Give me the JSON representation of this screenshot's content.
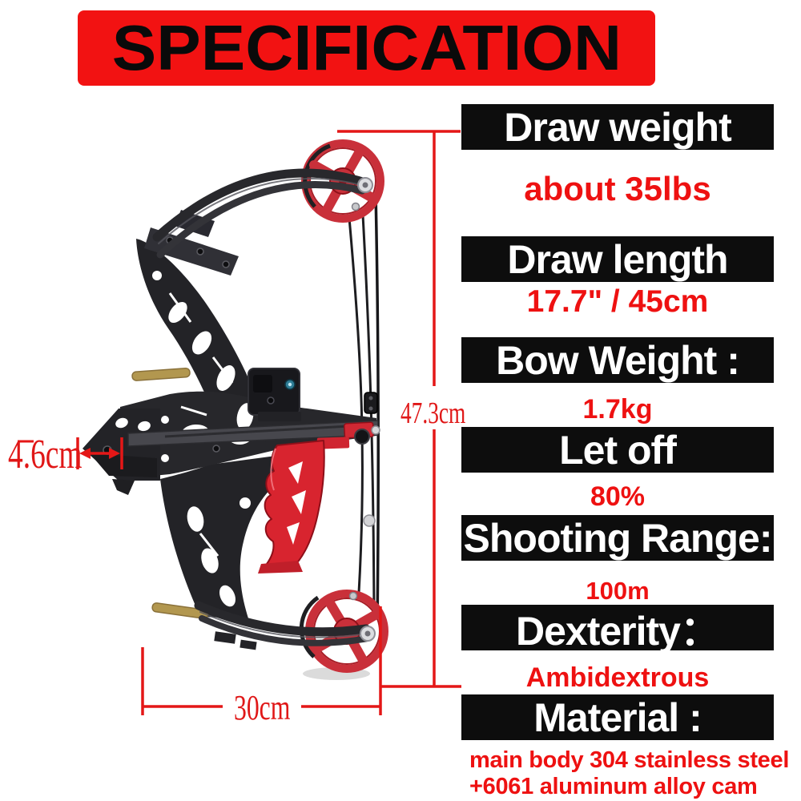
{
  "banner": {
    "title": "SPECIFICATION"
  },
  "specs": [
    {
      "label": "Draw weight",
      "value": "about 35lbs"
    },
    {
      "label": "Draw length",
      "value": "17.7\" / 45cm"
    },
    {
      "label": "Bow Weight :",
      "value": "1.7kg"
    },
    {
      "label": "Let off",
      "value": "80%"
    },
    {
      "label": "Shooting Range:",
      "value": "100m"
    },
    {
      "label": "Dexterity：",
      "value": "Ambidextrous"
    },
    {
      "label": "Material :",
      "values": [
        "main body 304 stainless steel",
        "+6061 aluminum alloy cam"
      ]
    }
  ],
  "dimensions": {
    "riser_width": "4.6cm",
    "axle_to_axle_height": "47.3cm",
    "bow_length": "30cm"
  },
  "figure": {
    "alt": "mini compound bow, black skeletal riser, red cams and red grip"
  },
  "colors": {
    "banner_red": "#f21212",
    "accent_red": "#ee1111",
    "dimension_red": "#e41717",
    "bar_black": "#0d0d0d",
    "cam_red": "#c9303a",
    "grip_red": "#d8242f",
    "frame_black": "#232327"
  }
}
